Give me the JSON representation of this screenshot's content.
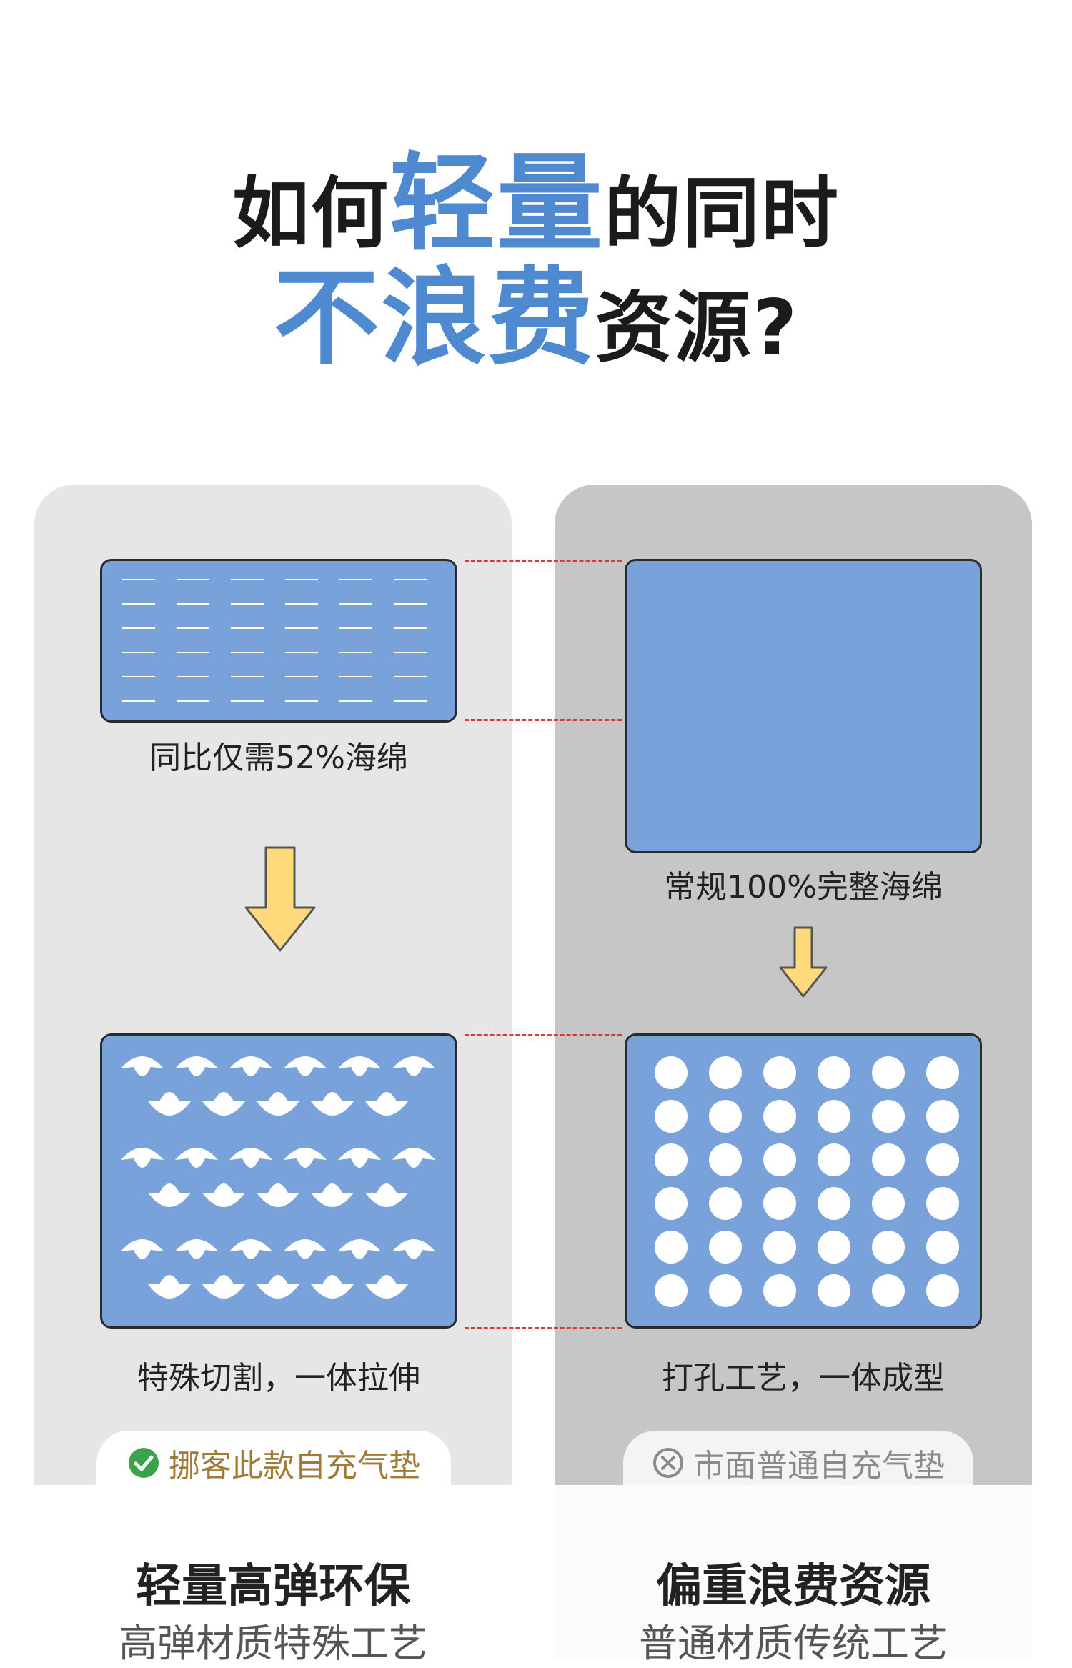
{
  "headline": {
    "line1": [
      {
        "text": "如何",
        "style": "dark"
      },
      {
        "text": "轻量",
        "style": "blue"
      },
      {
        "text": "的同时",
        "style": "dark"
      }
    ],
    "line2": [
      {
        "text": "不浪费",
        "style": "blue"
      },
      {
        "text": "资源?",
        "style": "dark"
      }
    ]
  },
  "left": {
    "top_caption": "同比仅需52%海绵",
    "bottom_caption": "特殊切割，一体拉伸",
    "badge_label": "挪客此款自充气垫",
    "badge_icon": "check-circle-icon",
    "title": "轻量高弹环保",
    "subtitle": "高弹材质特殊工艺"
  },
  "right": {
    "top_caption": "常规100%完整海绵",
    "bottom_caption": "打孔工艺，一体成型",
    "badge_label": "市面普通自充气垫",
    "badge_icon": "x-circle-icon",
    "title": "偏重浪费资源",
    "subtitle": "普通材质传统工艺"
  },
  "colors": {
    "accent_blue": "#4f89d0",
    "foam_blue": "#79a2db",
    "arrow_yellow": "#ffd97a",
    "dash_red": "#d9393b",
    "check_green": "#3aa34a"
  }
}
